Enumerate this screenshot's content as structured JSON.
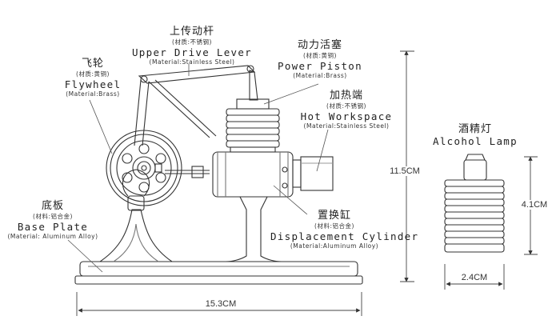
{
  "labels": {
    "upper_lever": {
      "cn": "上传动杆",
      "en": "Upper Drive Lever",
      "material": "(Material:Stainless Steel)",
      "material_cn": "(材质:不锈钢)"
    },
    "power_piston": {
      "cn": "动力活塞",
      "en": "Power Piston",
      "material": "(Material:Brass)",
      "material_cn": "(材质:黄铜)"
    },
    "flywheel": {
      "cn": "飞轮",
      "en": "Flywheel",
      "material": "(Material:Brass)",
      "material_cn": "(材质:黄铜)"
    },
    "hot_workspace": {
      "cn": "加热端",
      "en": "Hot Workspace",
      "material": "(Material:Stainless Steel)",
      "material_cn": "(材质:不锈钢)"
    },
    "alcohol_lamp": {
      "cn": "酒精灯",
      "en": "Alcohol Lamp"
    },
    "base_plate": {
      "cn": "底板",
      "en": "Base Plate",
      "material": "(Material: Aluminum Alloy)",
      "material_cn": "(材料:铝合金)"
    },
    "displacement_cylinder": {
      "cn": "置换缸",
      "en": "Displacement Cylinder",
      "material": "(Material:Aluminum Alloy)",
      "material_cn": "(材料:铝合金)"
    }
  },
  "dimensions": {
    "height": "11.5CM",
    "width": "15.3CM",
    "lamp_height": "4.1CM",
    "lamp_width": "2.4CM"
  }
}
